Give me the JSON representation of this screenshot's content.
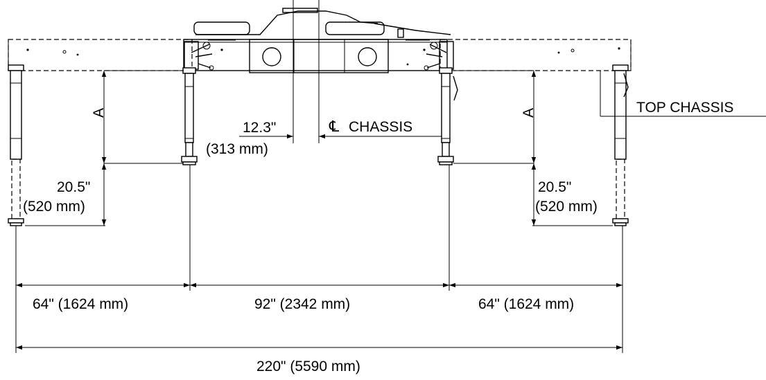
{
  "labels": {
    "top_chassis": "TOP CHASSIS",
    "centerline": "CHASSIS",
    "centerline_symbol": "℄",
    "offset_in": "12.3\"",
    "offset_mm": "(313 mm)",
    "height_var_left": "A",
    "height_var_right": "A",
    "stroke_left_in": "20.5\"",
    "stroke_left_mm": "(520 mm)",
    "stroke_right_in": "20.5\"",
    "stroke_right_mm": "(520 mm)",
    "span_left": "64\" (1624 mm)",
    "span_center": "92\" (2342 mm)",
    "span_right": "64\" (1624 mm)",
    "span_total": "220\" (5590 mm)"
  }
}
